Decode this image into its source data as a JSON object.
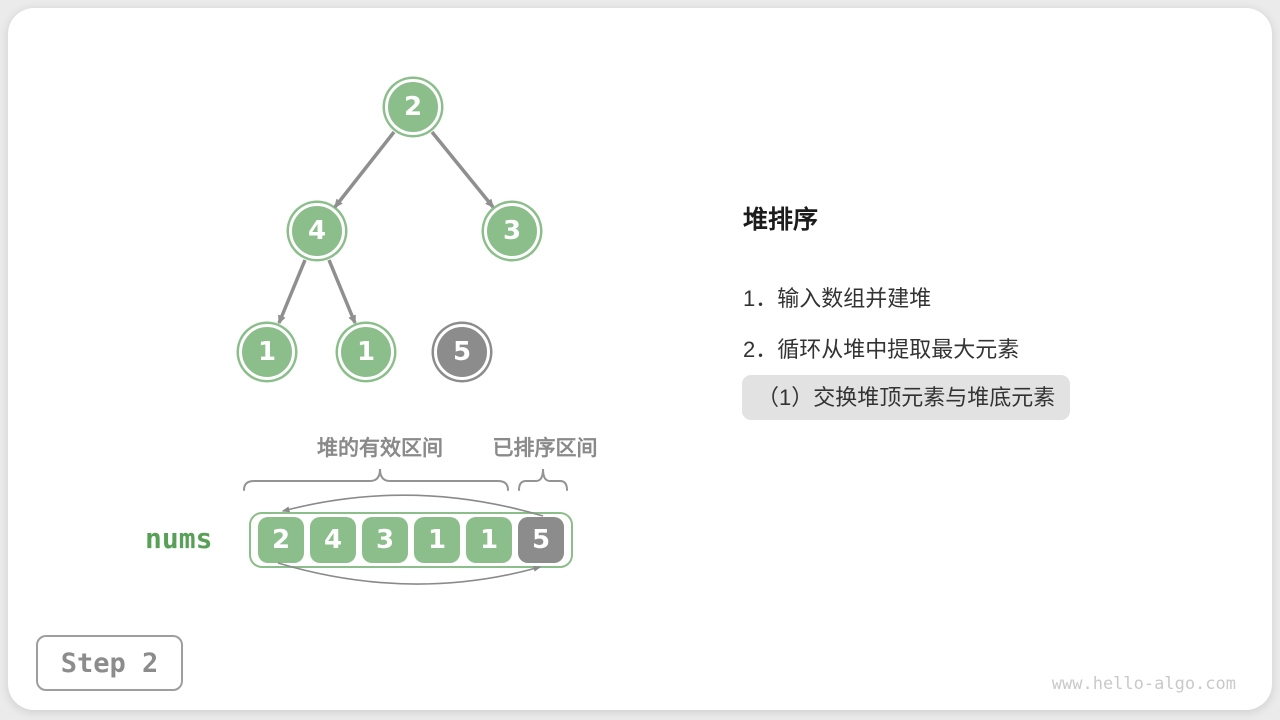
{
  "page": {
    "step_label": "Step 2",
    "watermark": "www.hello-algo.com"
  },
  "panel": {
    "title": "堆排序",
    "items": [
      "1．输入数组并建堆",
      "2．循环从堆中提取最大元素"
    ],
    "highlight": "（1）交换堆顶元素与堆底元素"
  },
  "tree": {
    "nodes": [
      {
        "value": "2",
        "state": "heap"
      },
      {
        "value": "4",
        "state": "heap"
      },
      {
        "value": "3",
        "state": "heap"
      },
      {
        "value": "1",
        "state": "heap"
      },
      {
        "value": "1",
        "state": "heap"
      },
      {
        "value": "5",
        "state": "sorted"
      }
    ],
    "edges": [
      {
        "from": "2",
        "to": "4"
      },
      {
        "from": "2",
        "to": "3"
      },
      {
        "from": "4",
        "to": "1"
      },
      {
        "from": "4",
        "to": "1"
      }
    ]
  },
  "array": {
    "label": "nums",
    "values": [
      "2",
      "4",
      "3",
      "1",
      "1",
      "5"
    ],
    "states": [
      "heap",
      "heap",
      "heap",
      "heap",
      "heap",
      "sorted"
    ],
    "swap": {
      "from": "5",
      "to": "2"
    }
  },
  "annotations": {
    "heap_range_label": "堆的有效区间",
    "sorted_range_label": "已排序区间"
  },
  "colors": {
    "heap_green": "#8cbe8c",
    "sorted_gray": "#8c8c8c",
    "arrow_gray": "#8f8f8f",
    "brace_gray": "#949494",
    "nums_green": "#58a058",
    "highlight_bg": "#e2e2e2",
    "text_dark": "#333333",
    "watermark_gray": "#c9c9c9"
  }
}
